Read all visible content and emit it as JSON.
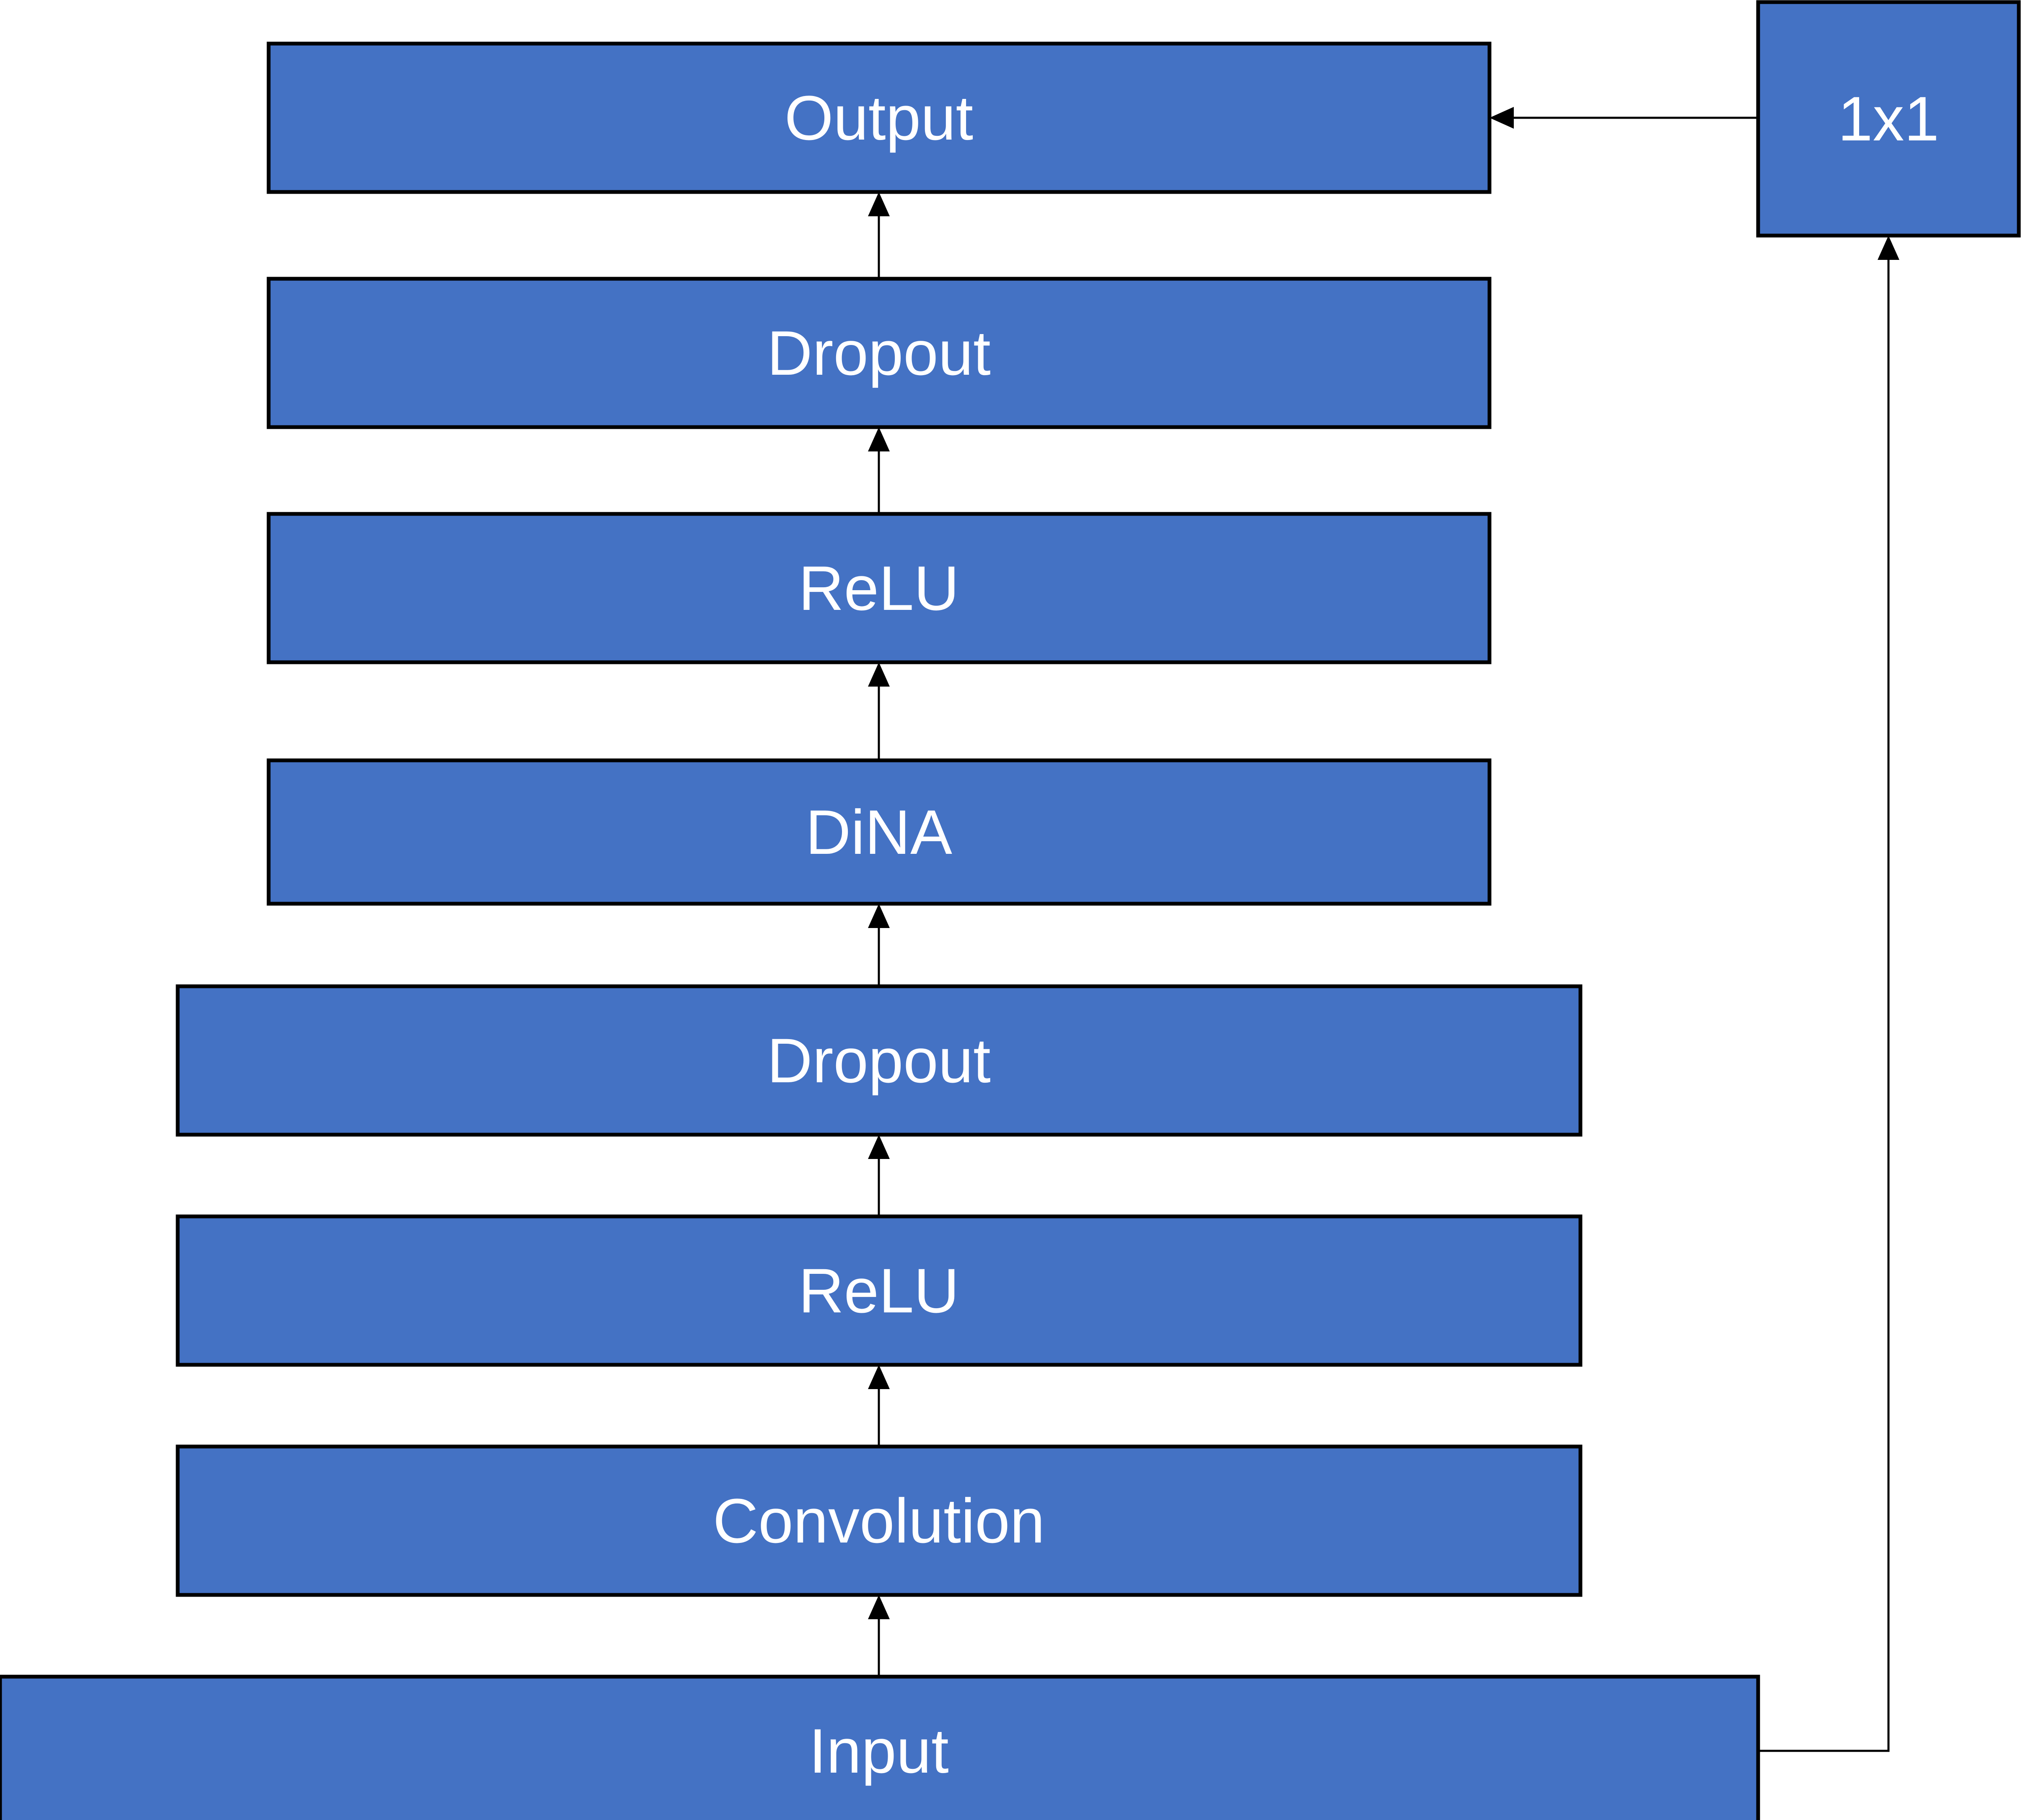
{
  "colors": {
    "block_fill": "#4472C4",
    "block_border": "#000000",
    "block_text": "#FFFFFF",
    "connector": "#000000",
    "background": "#FFFFFF"
  },
  "blocks": {
    "output": "Output",
    "dropout_top": "Dropout",
    "relu_top": "ReLU",
    "dina": "DiNA",
    "dropout_bottom": "Dropout",
    "relu_bottom": "ReLU",
    "convolution": "Convolution",
    "input": "Input",
    "skip_1x1": "1x1"
  }
}
